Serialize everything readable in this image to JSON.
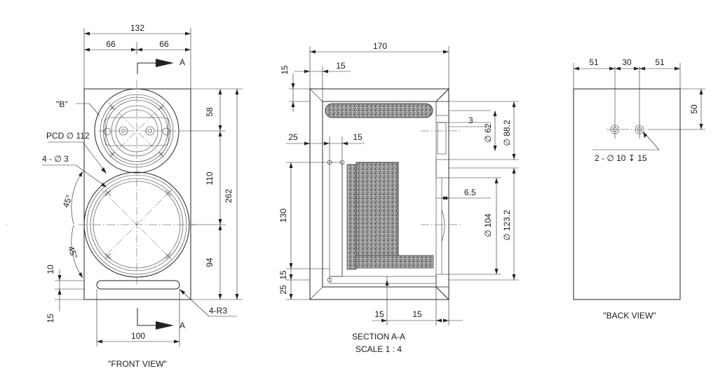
{
  "front_view": {
    "caption": "\"FRONT VIEW\"",
    "dims": {
      "overall_width": "132",
      "half_left": "66",
      "half_right": "66",
      "height_top": "58",
      "height_mid": "110",
      "height_bottom": "94",
      "overall_height": "262",
      "slot_width": "100",
      "gap_10": "10",
      "gap_15": "15"
    },
    "labels": {
      "detail_b": "\"B\"",
      "pcd": "PCD ∅ 112",
      "holes": "4 - ∅ 3",
      "angle_top": "45°",
      "angle_bottom": "45°",
      "radius": "4-R3",
      "section_top": "A",
      "section_bottom": "A"
    }
  },
  "section_view": {
    "caption": "SECTION A-A",
    "scale": "SCALE 1 : 4",
    "dims": {
      "overall_depth": "170",
      "top_thk_v": "15",
      "top_thk_h": "15",
      "d3": "3",
      "dia_62": "∅ 62",
      "dia_88": "∅ 88.2",
      "left_25": "25",
      "left_15": "15",
      "h130": "130",
      "d6_5": "6.5",
      "dia_104": "∅ 104",
      "dia_123": "∅ 123.2",
      "b15": "15",
      "b25": "25",
      "bot15_left": "15",
      "bot15_right": "15"
    }
  },
  "back_view": {
    "caption": "\"BACK VIEW\"",
    "dims": {
      "left": "51",
      "mid": "30",
      "right": "51",
      "top": "50"
    },
    "holes_label": "2 - ∅ 10 ↧ 15"
  }
}
